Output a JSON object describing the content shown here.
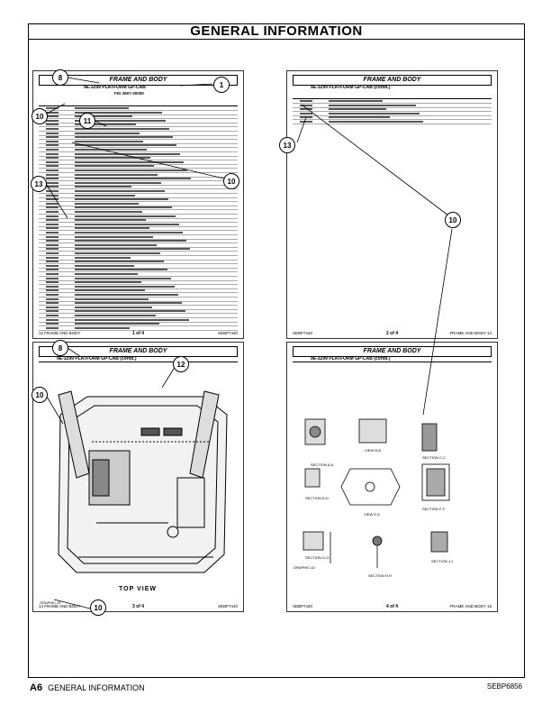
{
  "header": {
    "title": "GENERAL INFORMATION"
  },
  "footer": {
    "page": "A6",
    "section": "GENERAL INFORMATION",
    "doc": "SEBP6856"
  },
  "pages": {
    "p1": {
      "title": "FRAME AND BODY",
      "subtitle": "9E-3299 PLATFORM GP-CAB",
      "fig": "FIG 3607-30000",
      "footer_left": "12  FRAME AND BODY",
      "footer_center": "1 of 4",
      "footer_right": "SEBP7440"
    },
    "p2": {
      "title": "FRAME AND BODY",
      "subtitle": "9E-3299 PLATFORM GP-CAB (contd.)",
      "footer_left": "SEBP7440",
      "footer_center": "2 of 4",
      "footer_right": "FRAME AND BODY  13"
    },
    "p3": {
      "title": "FRAME AND BODY",
      "subtitle": "9E-3299 PLATFORM GP-CAB (contd.)",
      "view_label": "TOP VIEW",
      "graphic": "GRAPHIC #1",
      "footer_left": "14  FRAME AND BODY",
      "footer_center": "3 of 4",
      "footer_right": "SEBP7440"
    },
    "p4": {
      "title": "FRAME AND BODY",
      "subtitle": "9E-3299 PLATFORM GP-CAB (contd.)",
      "graphic": "GRAPHIC #2",
      "sections": [
        "SECTION A-A",
        "VIEW B-B",
        "SECTION C-C",
        "SECTION D-D",
        "VIEW E-E",
        "SECTION F-F",
        "SECTION G-G",
        "SECTION H-H",
        "SECTION J-J"
      ],
      "footer_left": "SEBP7440",
      "footer_center": "4 of 4",
      "footer_right": "FRAME AND BODY  15"
    }
  },
  "callouts": [
    "8",
    "1",
    "10",
    "11",
    "13",
    "10",
    "13",
    "10",
    "8",
    "12",
    "10",
    "10"
  ]
}
